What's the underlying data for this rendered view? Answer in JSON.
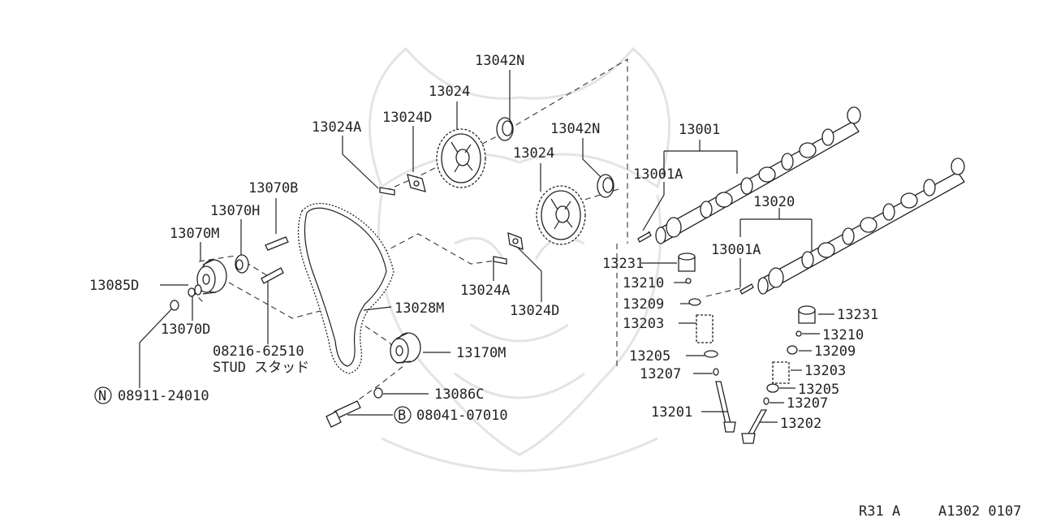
{
  "labels": {
    "l13042N_a": "13042N",
    "l13024_a": "13024",
    "l13024A_a": "13024A",
    "l13024D_a": "13024D",
    "l13042N_b": "13042N",
    "l13024_b": "13024",
    "l13070B": "13070B",
    "l13070H": "13070H",
    "l13070M": "13070M",
    "l13085D": "13085D",
    "l13070D": "13070D",
    "l13024A_b": "13024A",
    "l13024D_b": "13024D",
    "l13028M": "13028M",
    "l08216": "08216-62510",
    "lStud": "STUD スタッド",
    "l08911": "08911-24010",
    "l13170M": "13170M",
    "l13086C": "13086C",
    "l08041": "08041-07010",
    "l13001": "13001",
    "l13001A_a": "13001A",
    "l13020": "13020",
    "l13001A_b": "13001A",
    "l13231_a": "13231",
    "l13210_a": "13210",
    "l13209_a": "13209",
    "l13203_a": "13203",
    "l13205_a": "13205",
    "l13207_a": "13207",
    "l13201": "13201",
    "l13231_b": "13231",
    "l13210_b": "13210",
    "l13209_b": "13209",
    "l13203_b": "13203",
    "l13205_b": "13205",
    "l13207_b": "13207",
    "l13202": "13202"
  },
  "badges": {
    "n": "N",
    "b": "B"
  },
  "footer": {
    "left": "R31 A",
    "right": "A1302 0107"
  }
}
